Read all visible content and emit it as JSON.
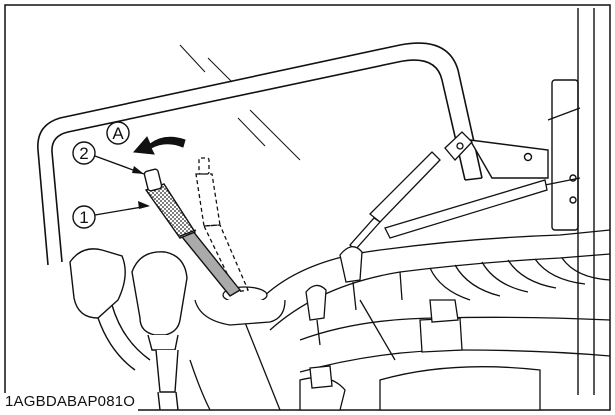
{
  "figure": {
    "reference_code": "1AGBDABAP081O",
    "callouts": {
      "motion_arrow": {
        "label": "A"
      },
      "lever_knob": {
        "label": "2"
      },
      "lever_grip": {
        "label": "1"
      }
    }
  },
  "colors": {
    "line": "#111111",
    "background": "#ffffff",
    "grip_fill": "#9a9a9a"
  }
}
